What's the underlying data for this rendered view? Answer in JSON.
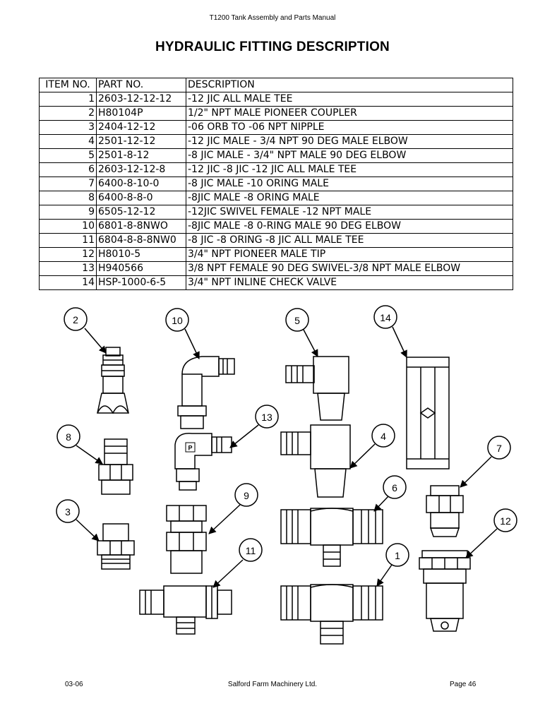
{
  "header": {
    "manual_title": "T1200 Tank Assembly and Parts Manual"
  },
  "page_title": "HYDRAULIC FITTING DESCRIPTION",
  "table": {
    "columns": [
      "ITEM NO.",
      "PART NO.",
      "DESCRIPTION"
    ],
    "rows": [
      {
        "item": "1",
        "part": "2603-12-12-12",
        "desc": "-12 JIC ALL MALE  TEE"
      },
      {
        "item": "2",
        "part": "H80104P",
        "desc": "1/2\" NPT MALE PIONEER COUPLER"
      },
      {
        "item": "3",
        "part": "2404-12-12",
        "desc": "-06 ORB TO -06 NPT NIPPLE"
      },
      {
        "item": "4",
        "part": "2501-12-12",
        "desc": "-12 JIC MALE - 3/4 NPT 90 DEG MALE ELBOW"
      },
      {
        "item": "5",
        "part": "2501-8-12",
        "desc": "-8 JIC MALE - 3/4\" NPT MALE 90 DEG ELBOW"
      },
      {
        "item": "6",
        "part": "2603-12-12-8",
        "desc": "-12 JIC -8 JIC -12 JIC ALL MALE TEE"
      },
      {
        "item": "7",
        "part": "6400-8-10-0",
        "desc": "-8 JIC MALE -10 ORING MALE"
      },
      {
        "item": "8",
        "part": "6400-8-8-0",
        "desc": "-8JIC MALE -8 ORING MALE"
      },
      {
        "item": "9",
        "part": "6505-12-12",
        "desc": "-12JIC SWIVEL FEMALE -12 NPT MALE"
      },
      {
        "item": "10",
        "part": "6801-8-8NWO",
        "desc": "-8JIC MALE -8 0-RING MALE 90 DEG ELBOW"
      },
      {
        "item": "11",
        "part": "6804-8-8-8NW0",
        "desc": "-8 JIC -8 ORING -8 JIC ALL MALE TEE"
      },
      {
        "item": "12",
        "part": "H8010-5",
        "desc": "3/4\" NPT PIONEER MALE TIP"
      },
      {
        "item": "13",
        "part": "H940566",
        "desc": "3/8 NPT FEMALE 90 DEG SWIVEL-3/8 NPT MALE ELBOW"
      },
      {
        "item": "14",
        "part": "HSP-1000-6-5",
        "desc": "3/4\" NPT INLINE CHECK VALVE"
      }
    ]
  },
  "callouts": {
    "b2": "2",
    "b10": "10",
    "b5": "5",
    "b14": "14",
    "b13": "13",
    "b8": "8",
    "b4": "4",
    "b7": "7",
    "b6": "6",
    "b9": "9",
    "b3": "3",
    "b12": "12",
    "b11": "11",
    "b1": "1"
  },
  "fitting_marking": "P",
  "footer": {
    "date_code": "03-06",
    "company": "Salford Farm Machinery Ltd.",
    "page_number": "Page 46"
  }
}
